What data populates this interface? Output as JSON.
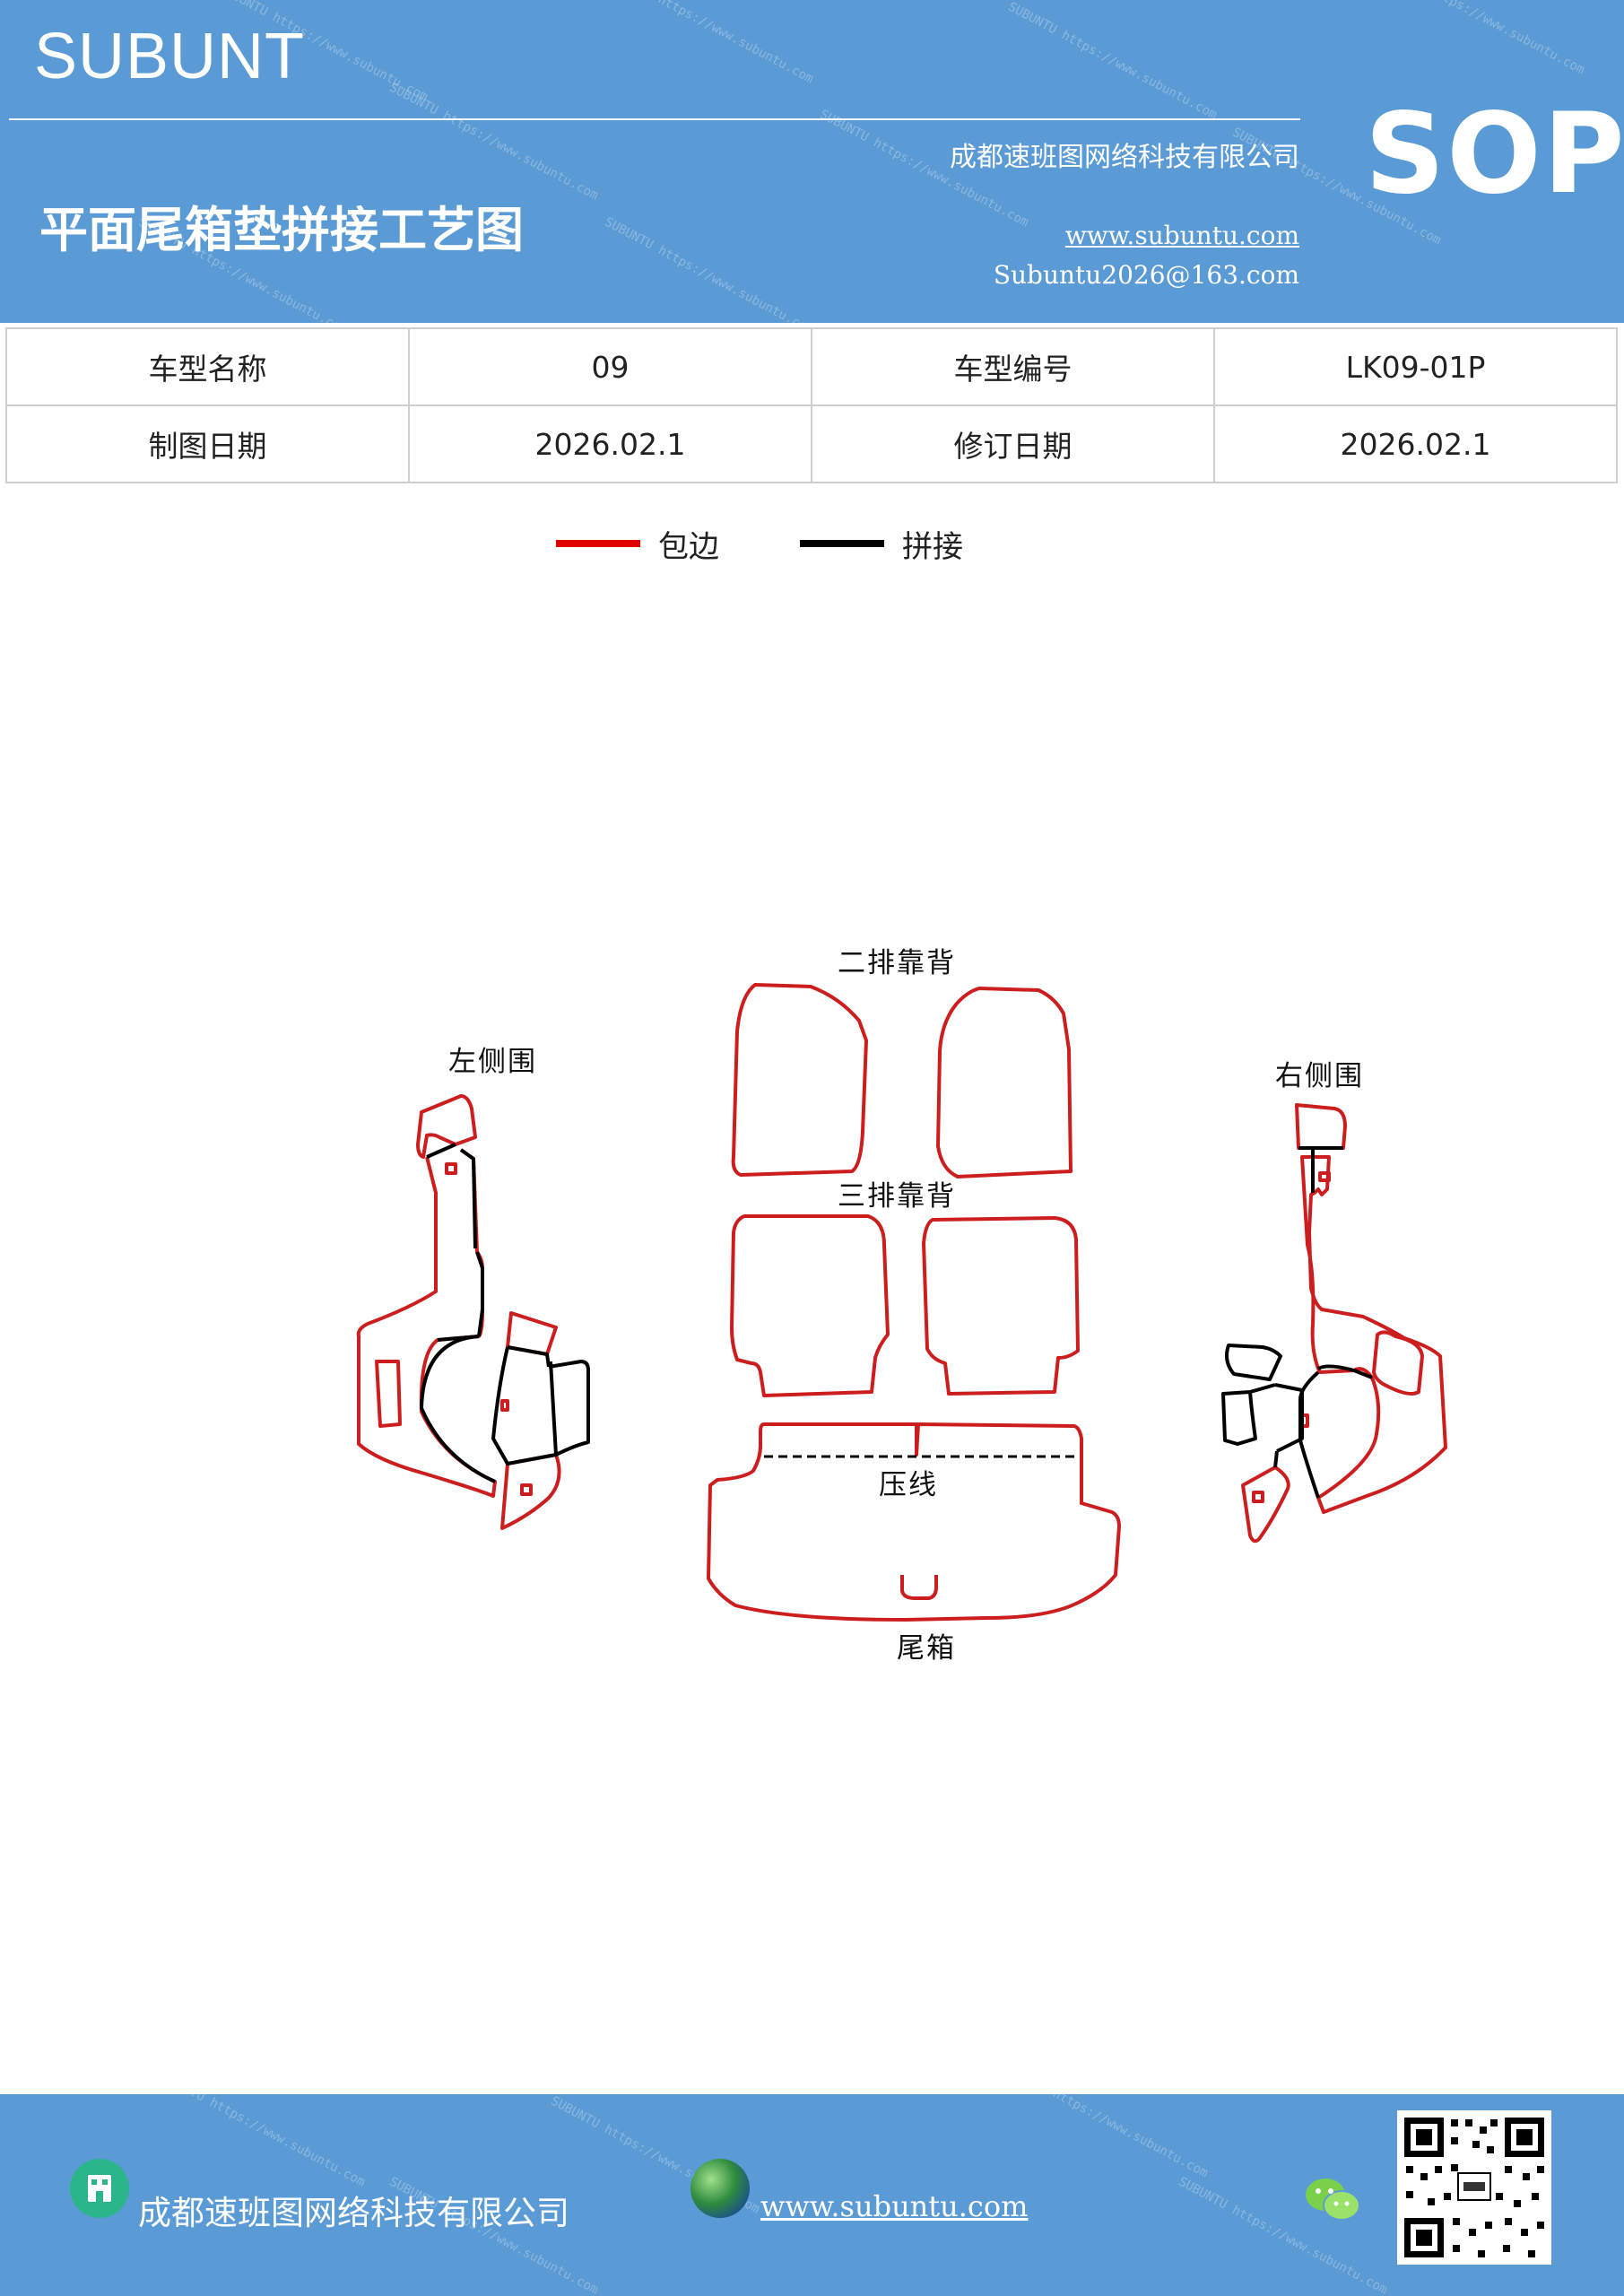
{
  "header": {
    "brand": "SUBUNT",
    "title": "平面尾箱垫拼接工艺图",
    "company": "成都速班图网络科技有限公司",
    "website": "www.subuntu.com",
    "email": "Subuntu2026@163.com",
    "badge": "SOP"
  },
  "info_table": {
    "rows": [
      [
        {
          "label": "车型名称",
          "value": "09"
        },
        {
          "label": "车型编号",
          "value": "LK09-01P"
        }
      ],
      [
        {
          "label": "制图日期",
          "value": "2026.02.1"
        },
        {
          "label": "修订日期",
          "value": "2026.02.1"
        }
      ]
    ]
  },
  "legend": {
    "items": [
      {
        "label": "包边",
        "color": "#e00000"
      },
      {
        "label": "拼接",
        "color": "#000000"
      }
    ]
  },
  "diagram": {
    "labels": {
      "second_row_back": "二排靠背",
      "third_row_back": "三排靠背",
      "left_side": "左侧围",
      "right_side": "右侧围",
      "press_line": "压线",
      "trunk": "尾箱"
    },
    "colors": {
      "edge": "#cc1e1e",
      "seam": "#000000"
    }
  },
  "footer": {
    "company": "成都速班图网络科技有限公司",
    "website": "www.subuntu.com"
  }
}
